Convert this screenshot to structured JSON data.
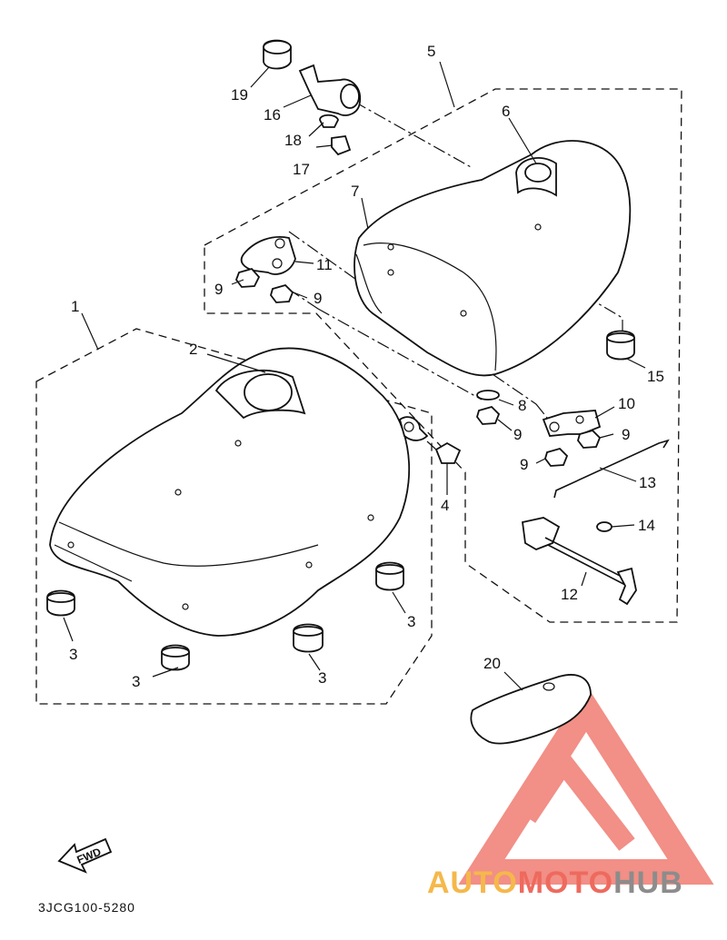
{
  "diagram_code": "3JCG100-5280",
  "fwd_label": "FWD",
  "brand": {
    "part1": "AUTO",
    "part2": "MOTO",
    "part3": "HUB",
    "color1": "#f5b84a",
    "color2": "#ee6a5e",
    "color3": "#8c8c8c"
  },
  "callouts": {
    "c1": "1",
    "c2": "2",
    "c3a": "3",
    "c3b": "3",
    "c3c": "3",
    "c3d": "3",
    "c4": "4",
    "c5": "5",
    "c6": "6",
    "c7": "7",
    "c8": "8",
    "c9a": "9",
    "c9b": "9",
    "c9c": "9",
    "c9d": "9",
    "c9e": "9",
    "c10": "10",
    "c11": "11",
    "c12": "12",
    "c13": "13",
    "c14": "14",
    "c15": "15",
    "c16": "16",
    "c17": "17",
    "c18": "18",
    "c19": "19",
    "c20": "20"
  }
}
